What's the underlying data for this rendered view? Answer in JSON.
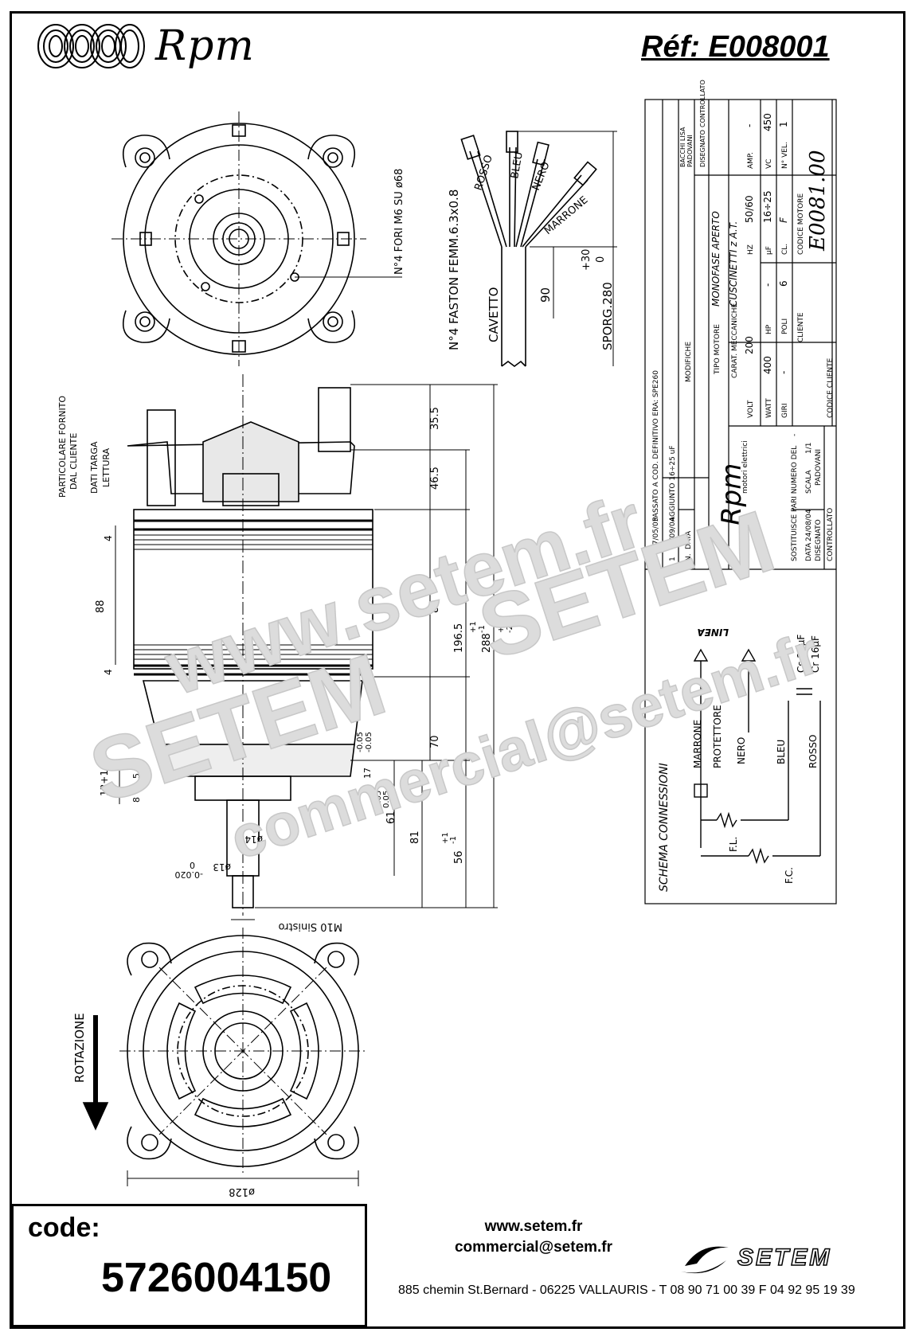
{
  "header": {
    "brand": "Rpm",
    "reference": "Réf:  E008001"
  },
  "drawing": {
    "wires": [
      "ROSSO",
      "BLEU",
      "NERO",
      "MARRONE"
    ],
    "faston_note": "N°4 FASTON FEMM.6.3x0.8",
    "cable_label": "CAVETTO",
    "cable_length": "90",
    "protrusion": "SPORG.280",
    "protrusion_tol_plus": "+30",
    "protrusion_tol_minus": "0",
    "holes_note": "N°4 FORI M6 SU ø68",
    "customer_part": [
      "PARTICOLARE FORNITO",
      "DAL CLIENTE"
    ],
    "nameplate": [
      "DATI TARGA",
      "LETTURA"
    ],
    "dims_right": [
      "35.5",
      "46.5",
      "80",
      "196.5",
      "288",
      "70",
      "81",
      "56",
      "61"
    ],
    "tol_196": [
      "+1",
      "-1"
    ],
    "tol_288": [
      "+2",
      "-2"
    ],
    "tol_56": [
      "+1",
      "-1"
    ],
    "dims_left": [
      "4",
      "88",
      "4"
    ],
    "dims_bottom": [
      "13+1",
      "5",
      "8",
      "17",
      "-0.05",
      "-0.05",
      "0.05",
      "0.05"
    ],
    "shaft_dims": [
      "ø14.7",
      "ø13",
      "-0.020",
      "0"
    ],
    "thread": "M10 Sinistro",
    "rotation_label": "ROTAZIONE",
    "base_diameter": "ø128"
  },
  "title_block": {
    "revisions": [
      {
        "n": "2",
        "date": "27/05/05",
        "text": "PASSATO A COD. DEFINITIVO ERA: SPE260"
      },
      {
        "n": "1",
        "date": "14/09/04",
        "text": "AGGIUNTO 16÷25 uF"
      },
      {
        "n": "N.",
        "date": "DATA",
        "text": "MODIFICHE"
      }
    ],
    "signatures": [
      "BACCHI LISA",
      "PADOVANI",
      "DISEGNATO",
      "CONTROLLATO"
    ],
    "brand_sub": "motori elettrici",
    "motor_type_label": "TIPO MOTORE",
    "motor_type": "MONOFASE APERTO",
    "mech_label": "CARAT. MECCANICHE",
    "mech": "CUSCINETTI z A.T.",
    "volt_label": "VOLT",
    "volt": "200",
    "hz_label": "HZ",
    "hz": "50/60",
    "amp_label": "AMP.",
    "amp": "-",
    "watt_label": "WATT",
    "watt": "400",
    "hp_label": "HP",
    "hp": "-",
    "uf_label": "µF",
    "uf": "16÷25",
    "vc_label": "VC",
    "vc": "450",
    "giri_label": "GIRI",
    "giri": "-",
    "poli_label": "POLI",
    "poli": "6",
    "cl_label": "CL.",
    "cl": "F",
    "vel_label": "N° VEL.",
    "vel": "1",
    "client_label": "CLIENTE",
    "motor_code_label": "CODICE MOTORE",
    "motor_code": "E0081.00",
    "client_code_label": "CODICE CLIENTE",
    "replaces_label": "SOSTITUISCE PARI NUMERO DEL",
    "replaces": "-",
    "date_label": "DATA",
    "date": "24/08/04",
    "scale_label": "SCALA",
    "scale": "1/1",
    "drawn_label": "DISEGNATO",
    "drawn": "PADOVANI",
    "checked_label": "CONTROLLATO"
  },
  "schematic": {
    "title": "SCHEMA CONNESSIONI",
    "line": "LINEA",
    "labels": [
      "MARRONE",
      "PROTETTORE",
      "NERO",
      "BLEU",
      "ROSSO"
    ],
    "fl": "F.L.",
    "fc": "F.C.",
    "cs": "Cs 25µF",
    "cr": "Cr 16µF"
  },
  "watermark": {
    "line1": "www.setem.fr",
    "line2": "SETEM",
    "line3": "SETEM",
    "line4": "commercial@setem.fr"
  },
  "footer": {
    "code_label": "code:",
    "code": "5726004150",
    "website": "www.setem.fr",
    "email": "commercial@setem.fr",
    "address": "885 chemin St.Bernard  -  06225 VALLAURIS  -  T 08 90 71 00 39   F 04 92 95 19 39",
    "brand": "SETEM"
  }
}
